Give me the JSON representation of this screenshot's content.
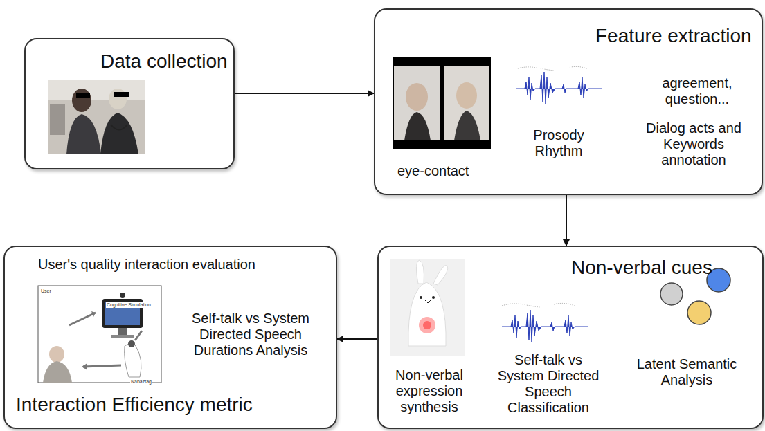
{
  "diagram": {
    "nodes": [
      {
        "text": [
          "Data collection"
        ]
      },
      {
        "text": [
          "Feature extraction",
          "eye-contact",
          "Prosody Rhythm",
          "agreement, question...",
          "Dialog acts and Keywords annotation"
        ]
      },
      {
        "text": [
          "Non-verbal cues",
          "Non-verbal expression synthesis",
          "Self-talk vs System Directed Speech Classification",
          "Latent Semantic Analysis"
        ]
      },
      {
        "text": [
          "User's quality interaction evaluation",
          "Self-talk vs System Directed Speech Durations Analysis",
          "Interaction Efficiency metric"
        ]
      }
    ],
    "edges": [
      {
        "from": 0,
        "to": 1,
        "arrow": "to"
      },
      {
        "from": 1,
        "to": 2,
        "arrow": "to"
      },
      {
        "from": 2,
        "to": 3,
        "arrow": "to"
      }
    ],
    "labels": [
      "Cognitive Simulation",
      "User",
      "Nabaztag"
    ]
  }
}
